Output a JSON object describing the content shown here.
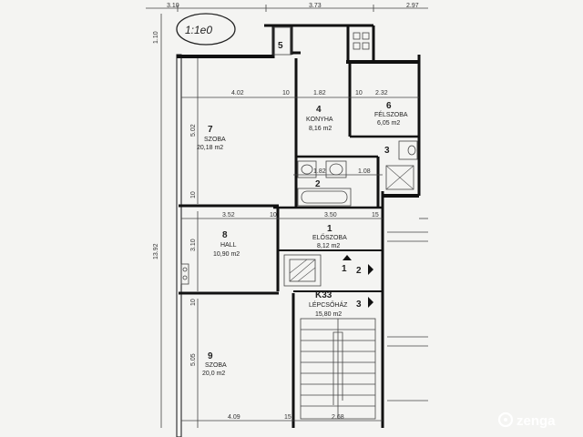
{
  "scale_note": "1:1e0",
  "watermark": "zenga",
  "top_dims": [
    "3.10",
    "3.73",
    "2.97"
  ],
  "left_dims": [
    "1.10",
    "13.92"
  ],
  "rooms": [
    {
      "num": "5",
      "name": "",
      "area": ""
    },
    {
      "num": "4",
      "name": "KONYHA",
      "area": "8,16 m2"
    },
    {
      "num": "6",
      "name": "FÉLSZOBA",
      "area": "6,05 m2"
    },
    {
      "num": "7",
      "name": "SZOBA",
      "area": "20,18 m2"
    },
    {
      "num": "3",
      "name": "",
      "area": ""
    },
    {
      "num": "2",
      "name": "",
      "area": ""
    },
    {
      "num": "1",
      "name": "ELŐSZOBA",
      "area": "8,12 m2"
    },
    {
      "num": "8",
      "name": "HALL",
      "area": "10,90 m2"
    },
    {
      "num": "K33",
      "name": "LÉPCSŐHÁZ",
      "area": "15,80 m2"
    },
    {
      "num": "9",
      "name": "SZOBA",
      "area": "20,0 m2"
    }
  ],
  "inner_dims": {
    "d402": "4.02",
    "d10a": "10",
    "d182a": "1.82",
    "d10b": "10",
    "d232": "2.32",
    "d502": "5.02",
    "d10c": "10",
    "d182b": "1.82",
    "d108": "1.08",
    "d352": "3.52",
    "d10d": "10",
    "d350": "3.50",
    "d15a": "15",
    "d310": "3.10",
    "d10e": "10",
    "d505": "5.05",
    "d409": "4.09",
    "d15b": "15",
    "d268": "2.68"
  },
  "entrance_marks": [
    "1",
    "2",
    "3"
  ]
}
